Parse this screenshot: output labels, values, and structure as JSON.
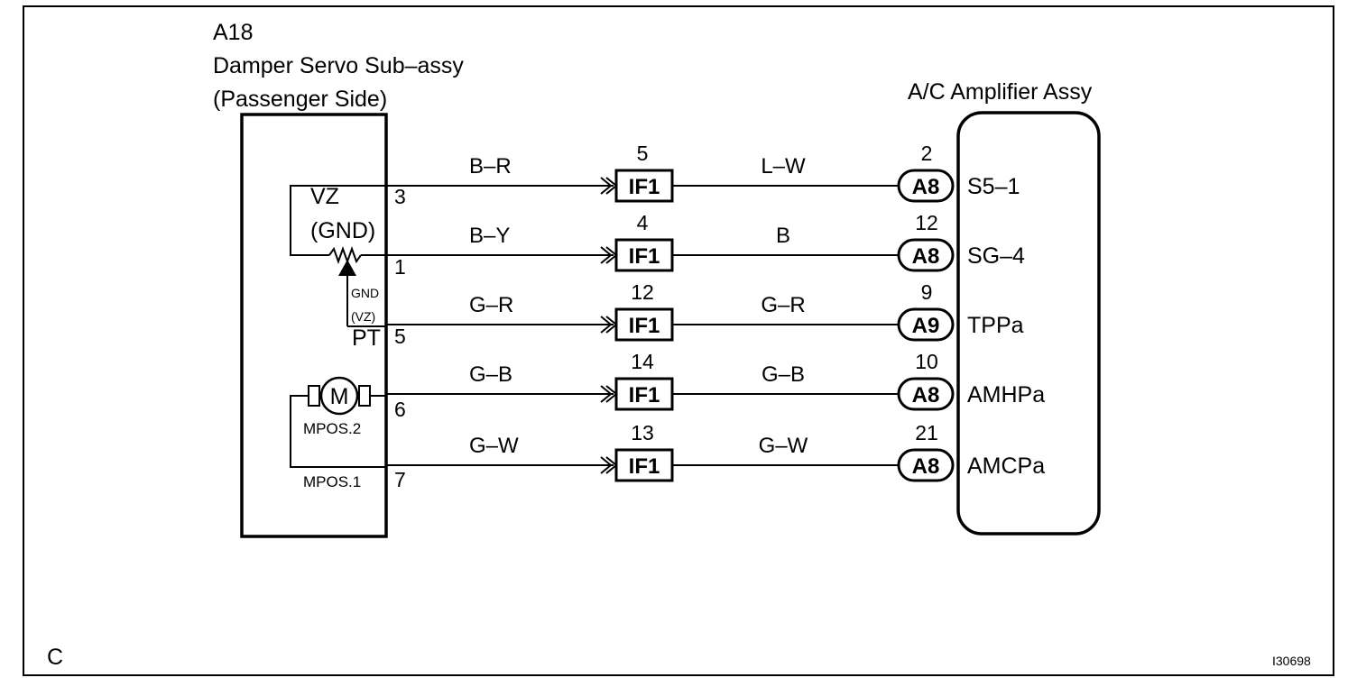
{
  "servo": {
    "code": "A18",
    "name": "Damper Servo Sub–assy",
    "side": "(Passenger Side)",
    "labels": {
      "vz": "VZ",
      "gnd_paren": "(GND)",
      "gnd_small": "GND",
      "vz_small": "(VZ)",
      "pt": "PT",
      "motor": "M",
      "mpos2": "MPOS.2",
      "mpos1": "MPOS.1"
    }
  },
  "amplifier": {
    "name": "A/C Amplifier Assy"
  },
  "circuits": [
    {
      "servo_pin": "3",
      "wire_left": "B–R",
      "if_pin": "5",
      "if_label": "IF1",
      "wire_right": "L–W",
      "amp_pin": "2",
      "amp_connector": "A8",
      "signal": "S5–1"
    },
    {
      "servo_pin": "1",
      "wire_left": "B–Y",
      "if_pin": "4",
      "if_label": "IF1",
      "wire_right": "B",
      "amp_pin": "12",
      "amp_connector": "A8",
      "signal": "SG–4"
    },
    {
      "servo_pin": "5",
      "wire_left": "G–R",
      "if_pin": "12",
      "if_label": "IF1",
      "wire_right": "G–R",
      "amp_pin": "9",
      "amp_connector": "A9",
      "signal": "TPPa"
    },
    {
      "servo_pin": "6",
      "wire_left": "G–B",
      "if_pin": "14",
      "if_label": "IF1",
      "wire_right": "G–B",
      "amp_pin": "10",
      "amp_connector": "A8",
      "signal": "AMHPa"
    },
    {
      "servo_pin": "7",
      "wire_left": "G–W",
      "if_pin": "13",
      "if_label": "IF1",
      "wire_right": "G–W",
      "amp_pin": "21",
      "amp_connector": "A8",
      "signal": "AMCPa"
    }
  ],
  "footer": {
    "view_letter": "C",
    "figure_id": "I30698"
  }
}
